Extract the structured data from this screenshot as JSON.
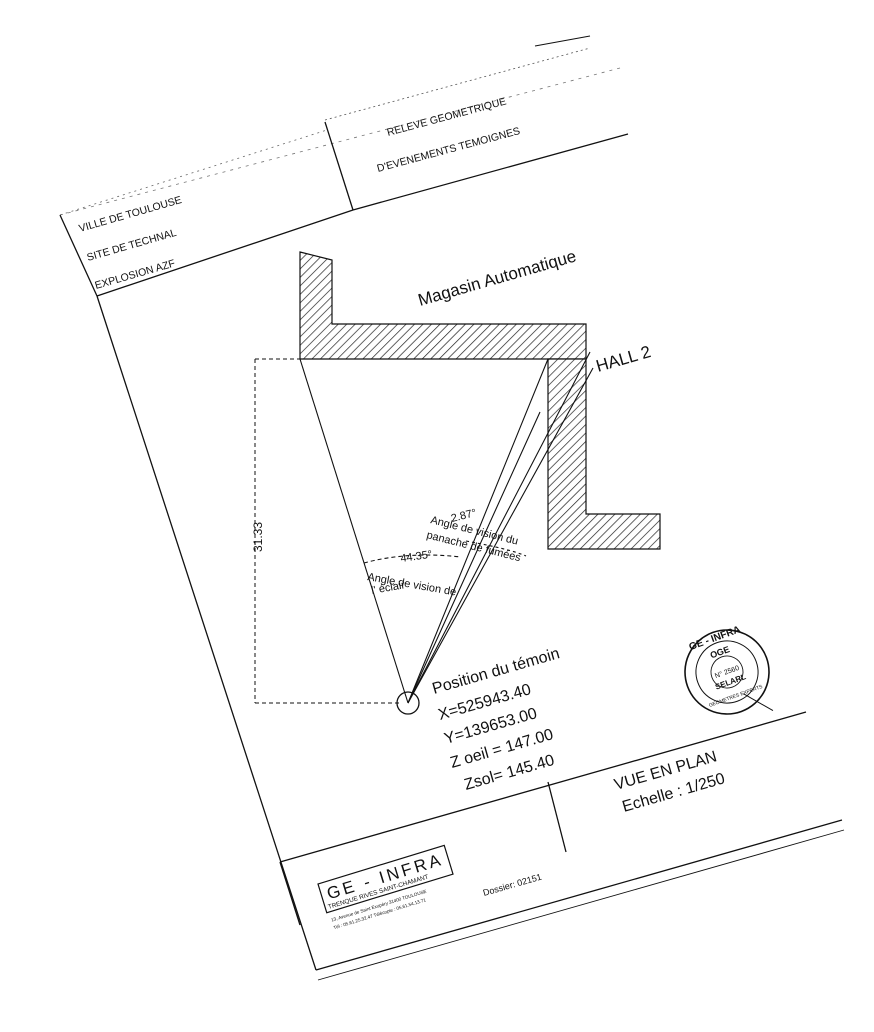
{
  "header": {
    "survey_line1": "RELEVE GEOMETRIQUE",
    "survey_line2": "D'EVENEMENTS TEMOIGNES",
    "city": "VILLE DE TOULOUSE",
    "site": "SITE DE TECHNAL",
    "event": "EXPLOSION AZF"
  },
  "plan": {
    "magasin_label": "Magasin Automatique",
    "hall_label": "HALL 2",
    "distance_label": "31.33",
    "smoke_angle_value": "2.87°",
    "smoke_angle_line1": "Angle de vision du",
    "smoke_angle_line2": "panache de fumées",
    "flash_angle_value": "44.35°",
    "flash_angle_line1": "Angle de vision de",
    "flash_angle_line2": "l' éclair"
  },
  "witness": {
    "title": "Position du témoin",
    "x": "X=525943.40",
    "y": "Y=139653.00",
    "z_eye": "Z oeil = 147.00",
    "z_ground": "Zsol= 145.40"
  },
  "view": {
    "title": "VUE EN PLAN",
    "scale": "Echelle : 1/250"
  },
  "footer": {
    "logo_text": "GE - INFRA",
    "firm": "TRENQUE RIVES SAINT-CHAMANT",
    "address": "13, Avenue de Saint Exupéry  31400 TOULOUSE",
    "phone": "Tél : 05.61.25.32.47   Télécopie : 05.61.54.13.71",
    "dossier": "Dossier: 02151"
  },
  "stamp": {
    "top": "GE - INFRA",
    "middle": "OGE",
    "number": "N° 2560",
    "seal": "SELARL",
    "bottom": "GEOMETRES EXPERTS"
  }
}
